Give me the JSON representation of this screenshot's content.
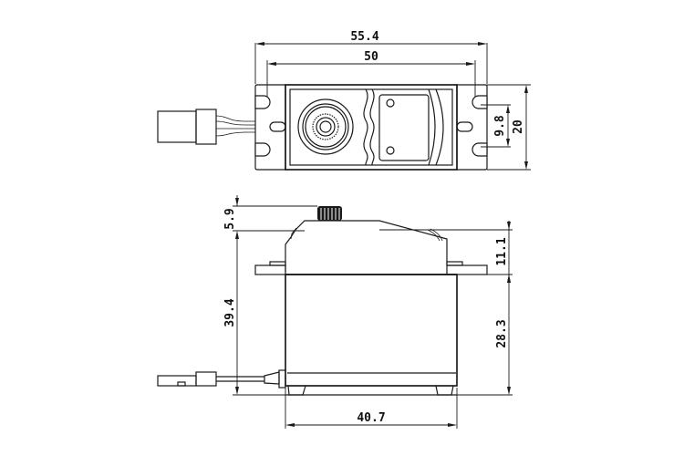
{
  "drawing": {
    "subject": "servo motor dimension drawing",
    "units": "mm",
    "top_view": {
      "dimensions": {
        "overall_length": "55.4",
        "mount_hole_spacing": "50",
        "mount_slot_spacing": "9.8",
        "body_width": "20"
      }
    },
    "side_view": {
      "dimensions": {
        "spline_height": "5.9",
        "top_to_flange": "11.1",
        "overall_height": "39.4",
        "flange_to_bottom": "28.3",
        "body_length": "40.7"
      }
    },
    "colors": {
      "line": "#1a1a1a",
      "background": "#ffffff"
    }
  }
}
